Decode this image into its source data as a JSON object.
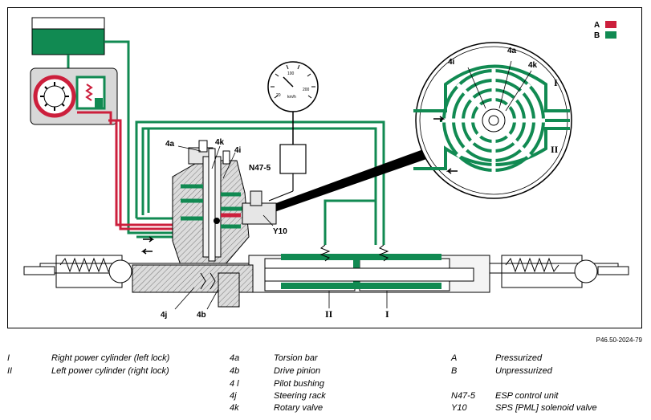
{
  "figure_ref": "P46.50-2024-79",
  "colors": {
    "pressurized": "#cc1f3c",
    "unpressurized": "#118a52"
  },
  "key": [
    {
      "letter": "A",
      "color": "#cc1f3c"
    },
    {
      "letter": "B",
      "color": "#118a52"
    }
  ],
  "gauge": {
    "ticks": [
      "100",
      "20",
      "200"
    ],
    "unit": "km/h"
  },
  "labels": {
    "4a": "4a",
    "4k": "4k",
    "4i": "4i",
    "n47": "N47-5",
    "y10": "Y10",
    "4j": "4j",
    "4b": "4b",
    "II": "II",
    "I": "I",
    "d4i": "4i",
    "d4a": "4a",
    "d4k": "4k",
    "dI": "I",
    "dII": "II"
  },
  "legend": {
    "col1": [
      {
        "code": "I",
        "text": "Right power cylinder (left lock)"
      },
      {
        "code": "II",
        "text": "Left power cylinder (right lock)"
      }
    ],
    "col2": [
      {
        "code": "4a",
        "text": "Torsion bar"
      },
      {
        "code": "4b",
        "text": "Drive pinion"
      },
      {
        "code": "4 l",
        "text": "Pilot bushing"
      },
      {
        "code": "4j",
        "text": "Steering rack"
      },
      {
        "code": "4k",
        "text": "Rotary valve"
      }
    ],
    "col3": [
      {
        "code": "A",
        "text": "Pressurized"
      },
      {
        "code": "B",
        "text": "Unpressurized"
      },
      {
        "code": "",
        "text": ""
      },
      {
        "code": "N47-5",
        "text": "ESP control unit"
      },
      {
        "code": "Y10",
        "text": "SPS [PML] solenoid valve"
      }
    ]
  }
}
